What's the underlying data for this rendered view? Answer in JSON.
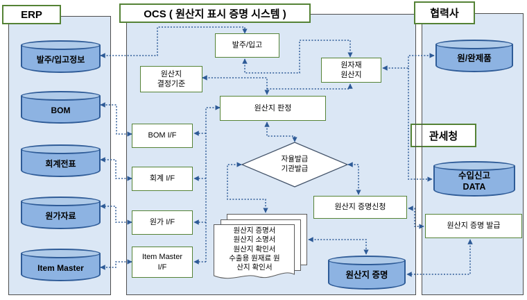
{
  "erp": {
    "title": "ERP",
    "stores": [
      "발주/입고정보",
      "BOM",
      "회계전표",
      "원가자료",
      "Item Master"
    ]
  },
  "ocs": {
    "title": "OCS ( 원산지 표시 증명 시스템 )",
    "order_receipt": "발주/입고",
    "origin_criteria": "원산지\n결정기준",
    "raw_material_origin": "원자재\n원산지",
    "origin_judgment": "원산지 판정",
    "bom_if": "BOM I/F",
    "accounting_if": "회계 I/F",
    "cost_if": "원가 I/F",
    "item_master_if": "Item Master\nI/F",
    "issuance_decision": "자율발급\n기관발급",
    "cert_application": "원산지 증명신청",
    "documents": "원산지 증명서\n원산지 소명서\n원산지 확인서\n수출용 원재료 원\n산지 확인서",
    "origin_cert_store": "원산지 증명"
  },
  "partner": {
    "title": "협력사",
    "store": "원/완제품"
  },
  "customs": {
    "title": "관세청",
    "import_declaration_store": "수입신고\nDATA",
    "cert_issue": "원산지 증명 발급"
  },
  "colors": {
    "panel_fill": "#dbe7f5",
    "panel_border": "#4d4d4d",
    "box_border": "#548235",
    "cylinder_fill": "#8db3e2",
    "cylinder_top": "#b0cbe9",
    "cylinder_border": "#2e5b97",
    "arrow": "#2d5a96"
  }
}
